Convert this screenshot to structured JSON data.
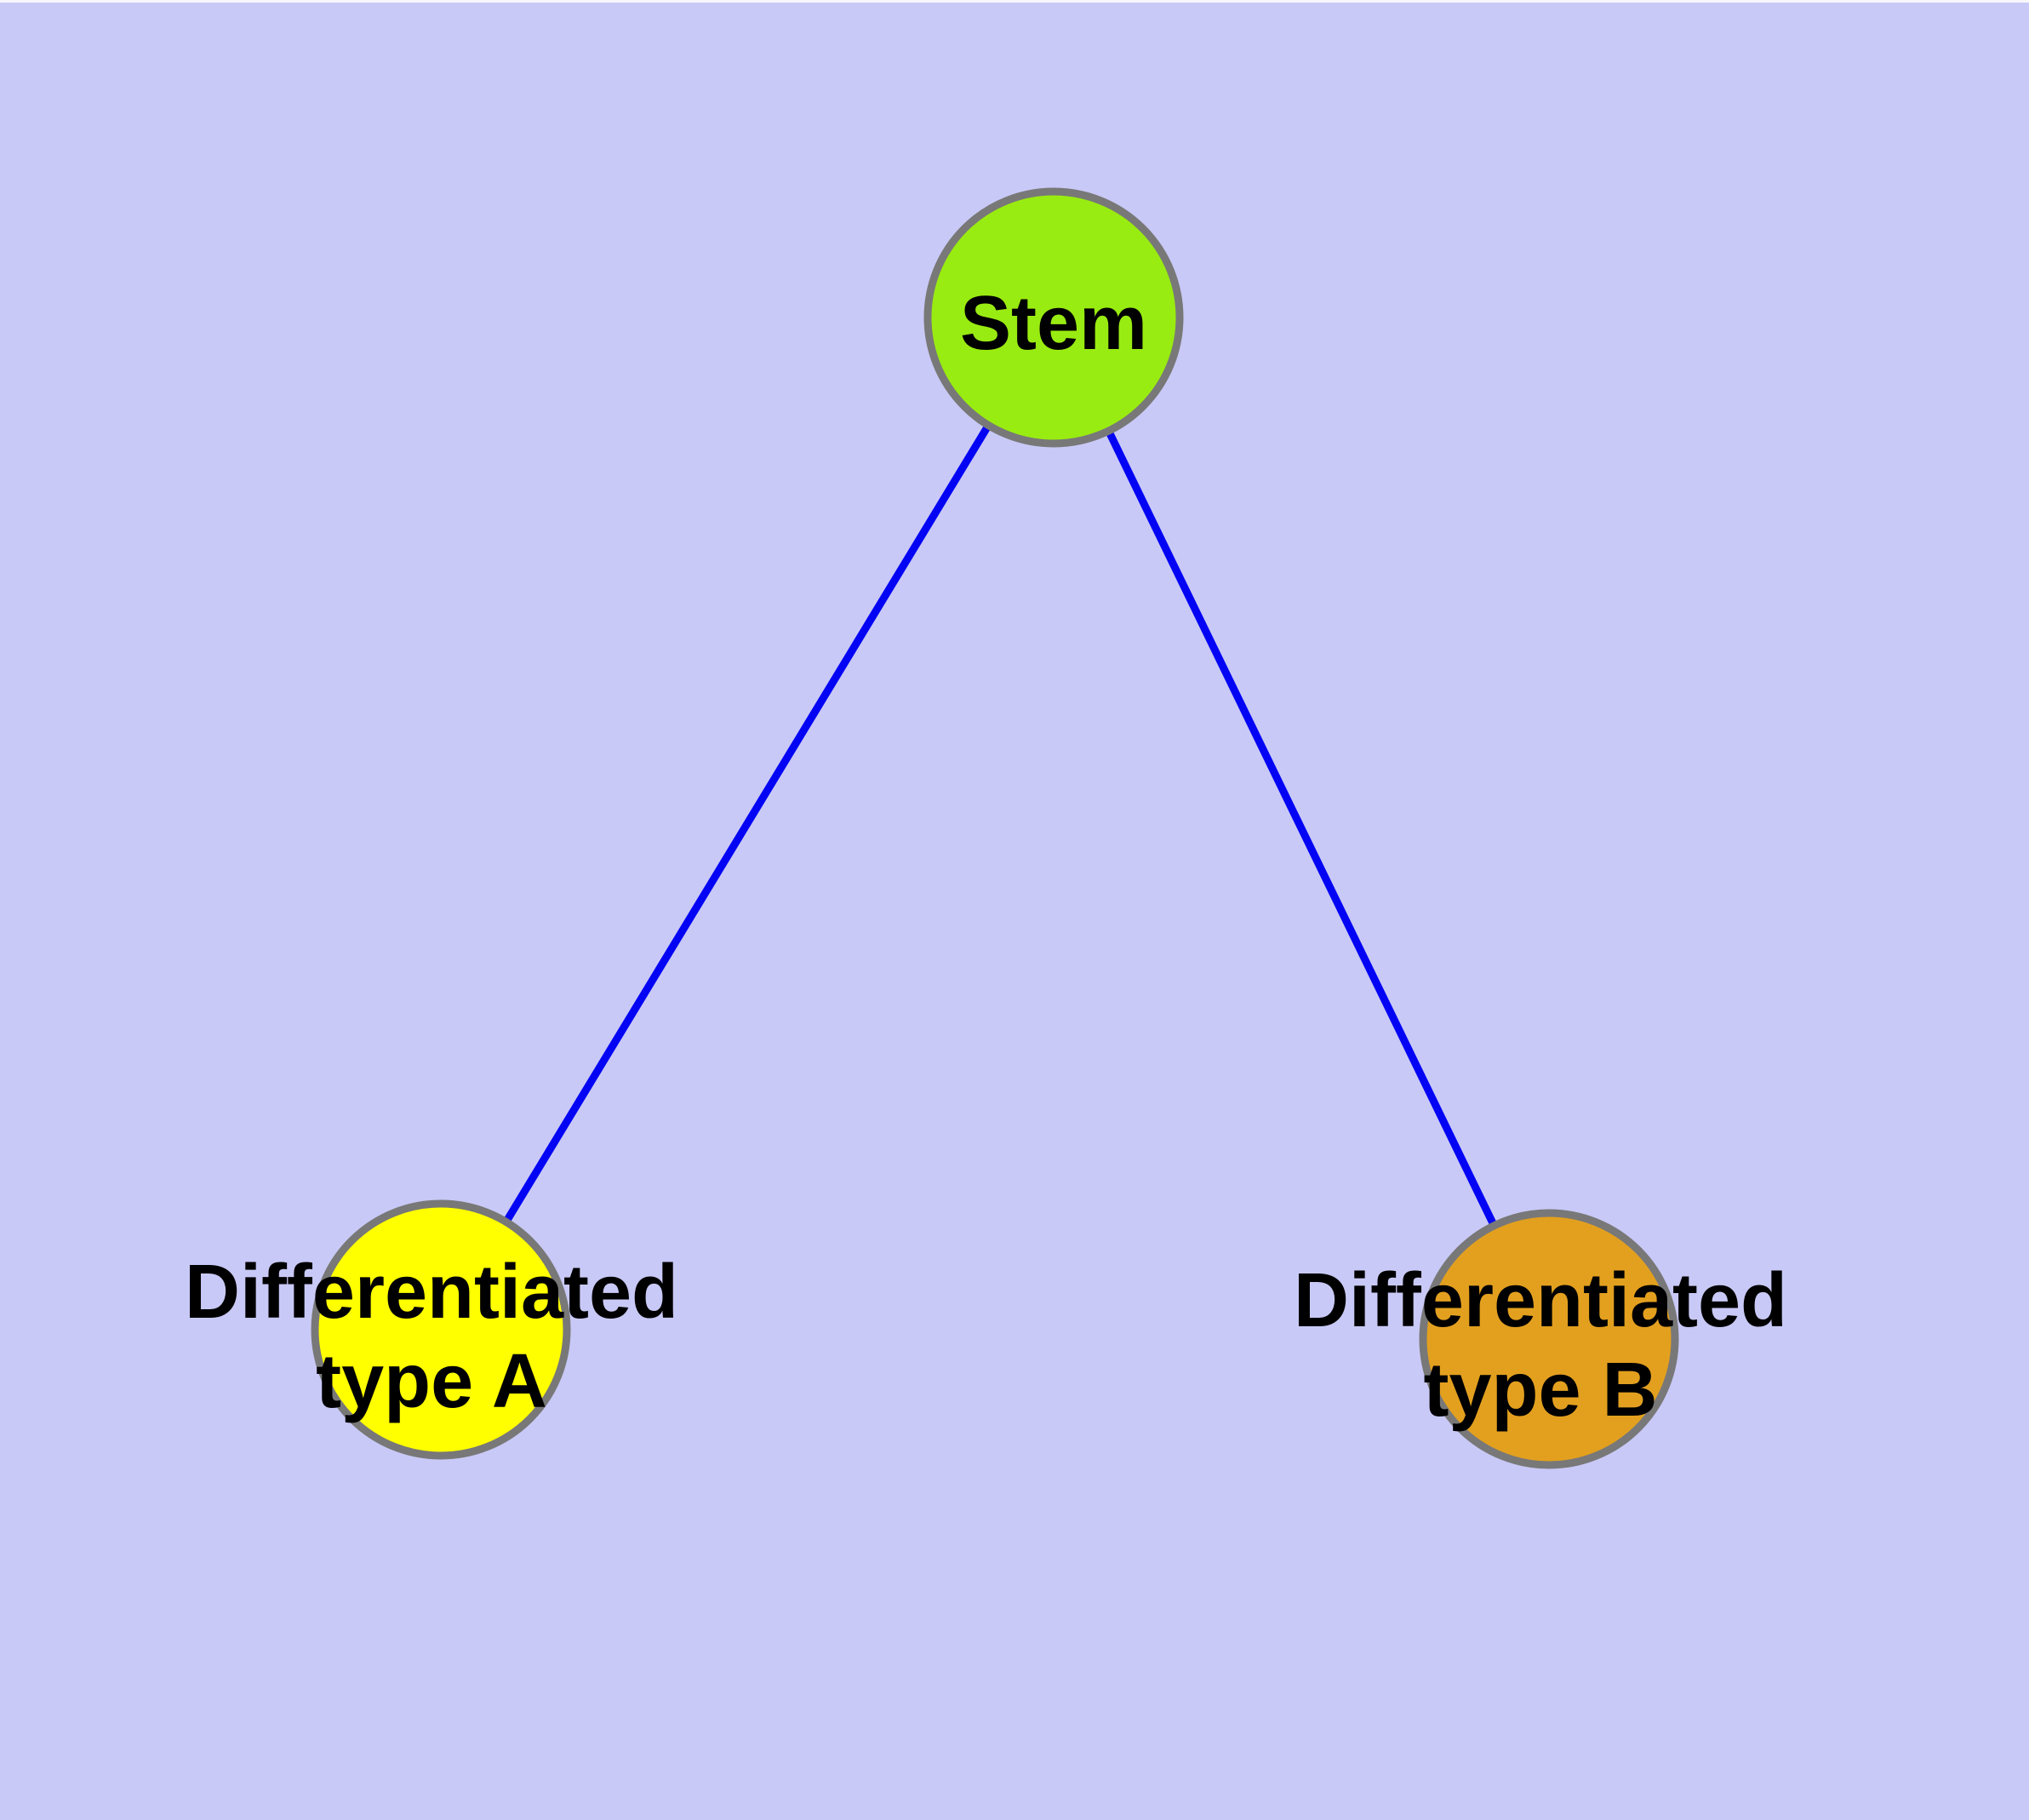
{
  "diagram": {
    "background_color": "#C9C9F7",
    "edge_color": "#0404F4",
    "node_border_color": "#787878",
    "label_color": "#000000",
    "nodes": [
      {
        "id": "stem",
        "label": "Stem",
        "label_line1": "Stem",
        "fill": "#99EC11"
      },
      {
        "id": "differentiated-type-a",
        "label": "Differentiated type A",
        "label_line1": "Differentiated",
        "label_line2": "type A",
        "fill": "#FFFF00"
      },
      {
        "id": "differentiated-type-b",
        "label": "Differentiated type B",
        "label_line1": "Differentiated",
        "label_line2": "type B",
        "fill": "#E3A01F"
      }
    ],
    "edges": [
      {
        "from": "Stem",
        "to": "Differentiated type A"
      },
      {
        "from": "Stem",
        "to": "Differentiated type B"
      }
    ]
  }
}
